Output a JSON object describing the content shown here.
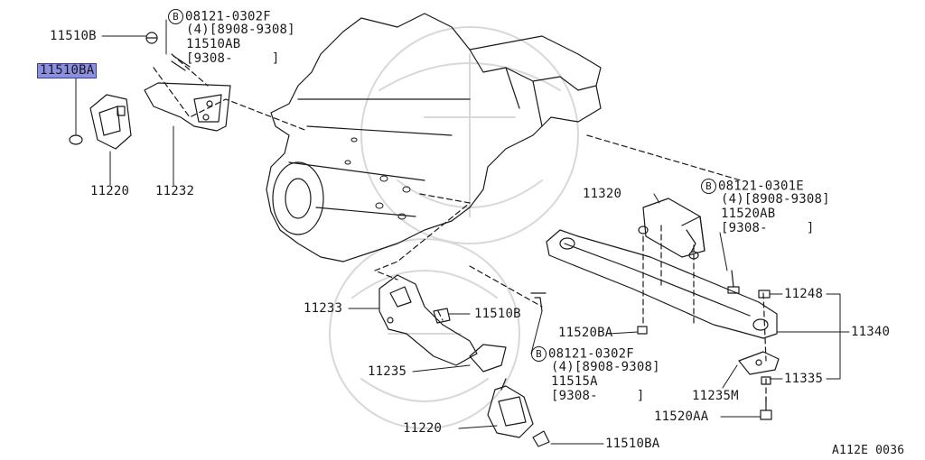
{
  "callouts": {
    "b_11510b_top": "11510B",
    "b_11510ba_top": "11510BA",
    "b_11220_left": "11220",
    "b_11232": "11232",
    "bolt_top_ref": "08121-0302F",
    "bolt_top_qty": "(4)[8908-9308]",
    "bolt_top_part": "11510AB",
    "bolt_top_range": "[9308-     ]",
    "b_11320": "11320",
    "bolt_right_ref": "08121-0301E",
    "bolt_right_qty": "(4)[8908-9308]",
    "bolt_right_part": "11520AB",
    "bolt_right_range": "[9308-     ]",
    "b_11233": "11233",
    "b_11510b_mid": "11510B",
    "b_11520ba": "11520BA",
    "bolt_mid_ref": "08121-0302F",
    "bolt_mid_qty": "(4)[8908-9308]",
    "bolt_mid_part": "11515A",
    "bolt_mid_range": "[9308-     ]",
    "b_11235": "11235",
    "b_11220_bottom": "11220",
    "b_11510ba_bottom": "11510BA",
    "b_11248": "11248",
    "b_11340": "11340",
    "b_11335": "11335",
    "b_11235m": "11235M",
    "b_11520aa": "11520AA",
    "circle_letter": "B"
  },
  "figure_id": "A112E 0036",
  "colors": {
    "highlight": "#8a8fe0",
    "ink": "#1a1a1a"
  }
}
